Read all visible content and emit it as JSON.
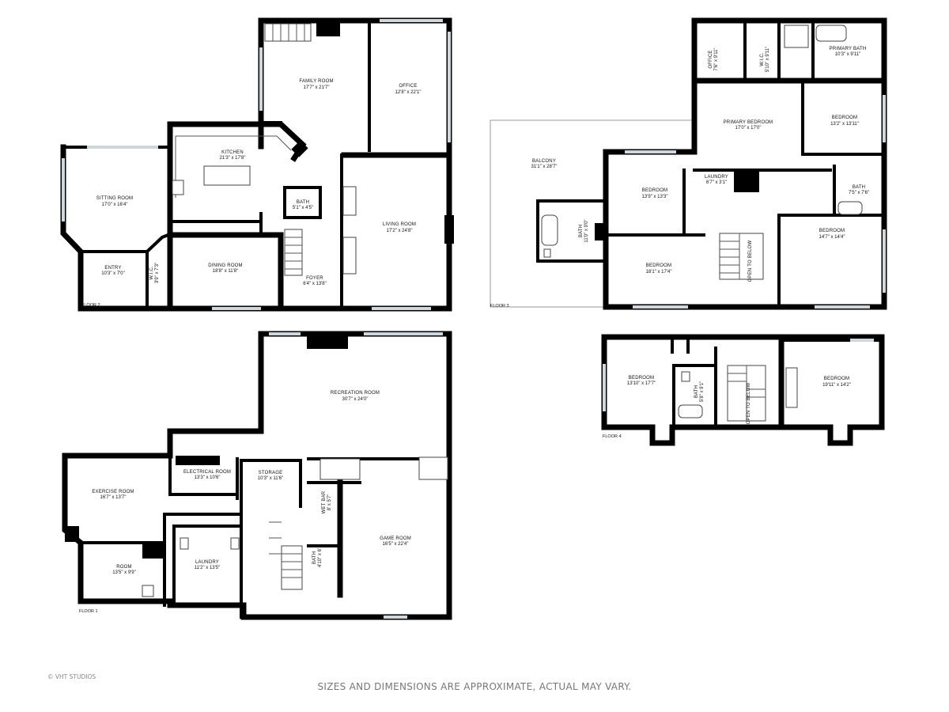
{
  "floors": {
    "floor1": {
      "label": "FLOOR 1",
      "rooms": {
        "recreation": {
          "name": "RECREATION ROOM",
          "dims": "30'7\" x 24'0\""
        },
        "exercise": {
          "name": "EXERCISE ROOM",
          "dims": "16'7\" x 13'7\""
        },
        "electrical": {
          "name": "ELECTRICAL ROOM",
          "dims": "13'3\" x 10'6\""
        },
        "storage": {
          "name": "STORAGE",
          "dims": "10'3\" x 11'6\""
        },
        "wetbar": {
          "name": "WET BAR",
          "dims": "8' x 5'7\""
        },
        "game": {
          "name": "GAME ROOM",
          "dims": "16'5\" x 22'4\""
        },
        "room": {
          "name": "ROOM",
          "dims": "13'5\" x 9'9\""
        },
        "laundry": {
          "name": "LAUNDRY",
          "dims": "11'2\" x 13'5\""
        },
        "bath": {
          "name": "BATH",
          "dims": "4'10\" x 6'"
        }
      }
    },
    "floor2": {
      "label": "FLOOR 2",
      "rooms": {
        "family": {
          "name": "FAMILY ROOM",
          "dims": "17'7\" x 21'7\""
        },
        "office": {
          "name": "OFFICE",
          "dims": "12'8\" x 22'1\""
        },
        "kitchen": {
          "name": "KITCHEN",
          "dims": "21'3\" x 17'8\""
        },
        "sitting": {
          "name": "SITTING ROOM",
          "dims": "17'0\" x 16'4\""
        },
        "bath": {
          "name": "BATH",
          "dims": "5'1\" x 4'5\""
        },
        "living": {
          "name": "LIVING ROOM",
          "dims": "17'2\" x 24'8\""
        },
        "entry": {
          "name": "ENTRY",
          "dims": "10'3\" x 7'0\""
        },
        "wic": {
          "name": "W.I.C.",
          "dims": "3'9\" x 7'3\""
        },
        "dining": {
          "name": "DINING ROOM",
          "dims": "18'8\" x 11'8\""
        },
        "foyer": {
          "name": "FOYER",
          "dims": "6'4\" x 13'8\""
        }
      }
    },
    "floor3": {
      "label": "FLOOR 3",
      "rooms": {
        "office": {
          "name": "OFFICE",
          "dims": "7'6\" x 9'11\""
        },
        "wic": {
          "name": "W.I.C.",
          "dims": "5'10\" x 9'11\""
        },
        "primarybath": {
          "name": "PRIMARY BATH",
          "dims": "10'3\" x 9'11\""
        },
        "primarybed": {
          "name": "PRIMARY BEDROOM",
          "dims": "17'0\" x 17'0\""
        },
        "bedroomA": {
          "name": "BEDROOM",
          "dims": "13'2\" x 13'11\""
        },
        "balcony": {
          "name": "BALCONY",
          "dims": "31'1\" x 28'7\""
        },
        "laundry": {
          "name": "LAUNDRY",
          "dims": "6'7\" x 3'1\""
        },
        "bath": {
          "name": "BATH",
          "dims": "7'5\" x 7'6\""
        },
        "bedroomB": {
          "name": "BEDROOM",
          "dims": "13'9\" x 13'3\""
        },
        "bath2": {
          "name": "BATH",
          "dims": "11'0\" x 9'0\""
        },
        "bedroomC": {
          "name": "BEDROOM",
          "dims": "14'7\" x 14'4\""
        },
        "bedroomD": {
          "name": "BEDROOM",
          "dims": "18'1\" x 17'4\""
        },
        "stairs": {
          "name": "OPEN TO BELOW"
        }
      }
    },
    "floor4": {
      "label": "FLOOR 4",
      "rooms": {
        "bedroomA": {
          "name": "BEDROOM",
          "dims": "13'10\" x 17'7\""
        },
        "bath": {
          "name": "BATH",
          "dims": "5'8\" x 9'1\""
        },
        "bedroomB": {
          "name": "BEDROOM",
          "dims": "19'11\" x 14'2\""
        },
        "stairs": {
          "name": "OPEN TO BELOW"
        }
      }
    }
  },
  "footer": {
    "disclaimer": "SIZES AND DIMENSIONS ARE APPROXIMATE, ACTUAL MAY VARY.",
    "credit": "© VHT STUDIOS"
  },
  "colors": {
    "wall": "#000000",
    "window": "#cfd6dc",
    "text": "#111111"
  }
}
